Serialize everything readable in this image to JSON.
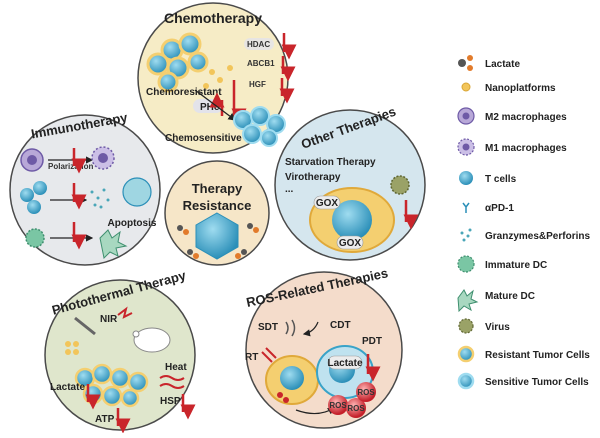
{
  "circles": {
    "chemo": {
      "title": "Chemotherapy",
      "labels": [
        "HDAC",
        "ABCB1",
        "HGF",
        "PHe",
        "Chemoresistant",
        "Chemosensitive"
      ]
    },
    "immuno": {
      "title": "Immunotherapy",
      "labels": [
        "Polarization",
        "Apoptosis"
      ]
    },
    "other": {
      "title": "Other Therapies",
      "labels": [
        "Starvation Therapy",
        "Virotherapy",
        "...",
        "GOX",
        "GOX"
      ]
    },
    "center": {
      "title_line1": "Therapy",
      "title_line2": "Resistance"
    },
    "photo": {
      "title": "Photothermal Therapy",
      "labels": [
        "NIR",
        "Heat",
        "Lactate",
        "ATP",
        "HSP"
      ]
    },
    "ros": {
      "title": "ROS-Related Therapies",
      "labels": [
        "SDT",
        "CDT",
        "PDT",
        "RT",
        "Lactate",
        "ROS",
        "ROS",
        "ROS"
      ]
    }
  },
  "legend": [
    {
      "label": "Lactate",
      "icon": "lactate-icon"
    },
    {
      "label": "Nanoplatforms",
      "icon": "nanoplatform-icon"
    },
    {
      "label": "M2 macrophages",
      "icon": "m2-macrophage-icon"
    },
    {
      "label": "M1 macrophages",
      "icon": "m1-macrophage-icon"
    },
    {
      "label": "T cells",
      "icon": "t-cell-icon"
    },
    {
      "label": "αPD-1",
      "icon": "apd1-icon"
    },
    {
      "label": "Granzymes&Perforins",
      "icon": "granzymes-icon"
    },
    {
      "label": "Immature DC",
      "icon": "immature-dc-icon"
    },
    {
      "label": "Mature DC",
      "icon": "mature-dc-icon"
    },
    {
      "label": "Virus",
      "icon": "virus-icon"
    },
    {
      "label": "Resistant Tumor Cells",
      "icon": "resistant-tumor-cell-icon"
    },
    {
      "label": "Sensitive Tumor Cells",
      "icon": "sensitive-tumor-cell-icon"
    }
  ],
  "colors": {
    "chemo_bg": "#f6ecc6",
    "immuno_bg": "#e7e9ec",
    "other_bg": "#d5e6ee",
    "center_bg": "#f6e6c8",
    "photo_bg": "#dfe6cc",
    "ros_bg": "#f4dccb",
    "circle_border": "#4a4a4a",
    "arrow_red": "#c9252b",
    "tumor_blue": "#39a3c8",
    "tumor_yellow": "#f4cf70"
  }
}
